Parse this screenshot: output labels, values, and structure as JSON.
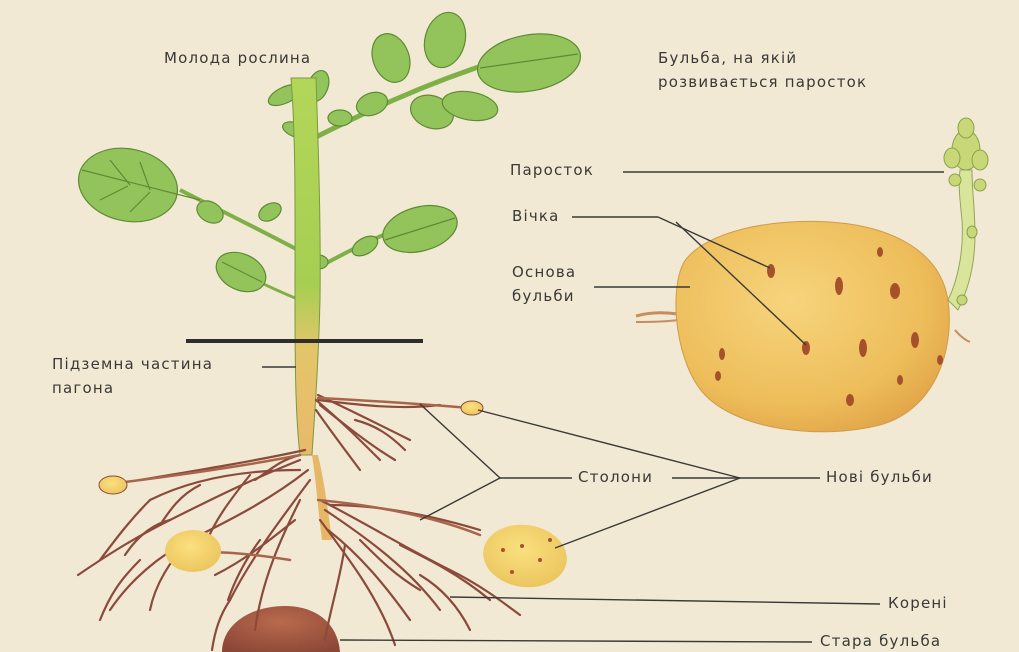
{
  "labels": {
    "young_plant": "Молода рослина",
    "tuber_title_1": "Бульба, на якій",
    "tuber_title_2": "розвивається паросток",
    "sprout": "Паросток",
    "eyes": "Вічка",
    "tuber_base_1": "Основа",
    "tuber_base_2": "бульби",
    "underground_1": "Підземна частина",
    "underground_2": "пагона",
    "stolons": "Столони",
    "new_tubers": "Нові бульби",
    "roots": "Корені",
    "old_tuber": "Стара бульба"
  },
  "colors": {
    "background": "#f1e9d4",
    "stem": "#a6cf52",
    "leaf": "#93c45c",
    "leaf_vein": "#5f8a34",
    "root": "#8b4a3c",
    "tuber": "#efc25e",
    "tuber_eye": "#a5522c",
    "old_tuber": "#9c5540",
    "leader_line": "#3a3936"
  }
}
